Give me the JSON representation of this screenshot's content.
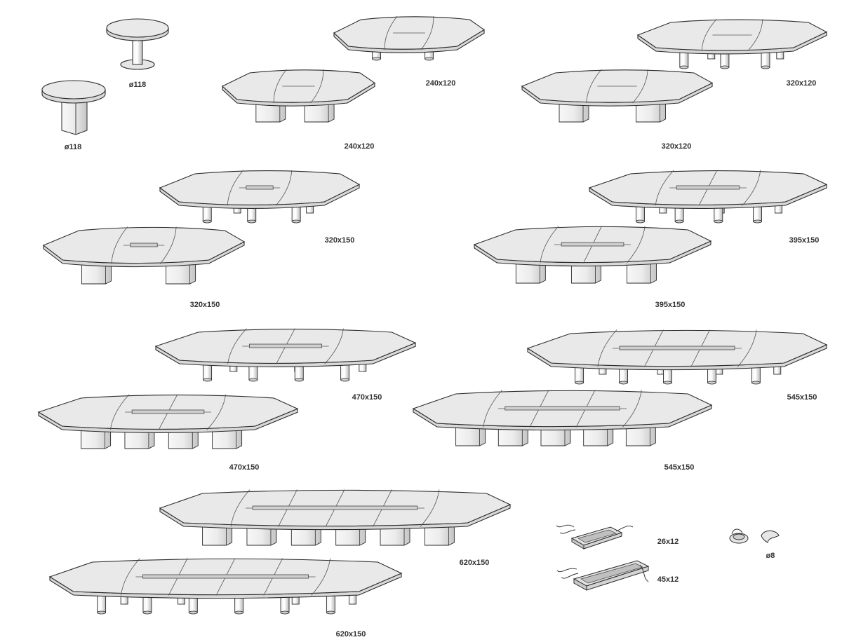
{
  "colors": {
    "outline": "#2b2b2b",
    "surface": "#e9e9e9",
    "edge": "#d8d8d8",
    "leg_light": "#ffffff",
    "leg_dark": "#bdbdbd"
  },
  "items": [
    {
      "id": "round-pedestal",
      "label": "ø118"
    },
    {
      "id": "round-panel",
      "label": "ø118"
    },
    {
      "id": "t240-column",
      "label": "240x120"
    },
    {
      "id": "t240-panel",
      "label": "240x120"
    },
    {
      "id": "t320-column",
      "label": "320x120"
    },
    {
      "id": "t320-panel",
      "label": "320x120"
    },
    {
      "id": "t320w-column",
      "label": "320x150"
    },
    {
      "id": "t320w-panel",
      "label": "320x150"
    },
    {
      "id": "t395-column",
      "label": "395x150"
    },
    {
      "id": "t395-panel",
      "label": "395x150"
    },
    {
      "id": "t470-column",
      "label": "470x150"
    },
    {
      "id": "t470-panel",
      "label": "470x150"
    },
    {
      "id": "t545-column",
      "label": "545x150"
    },
    {
      "id": "t545-panel",
      "label": "545x150"
    },
    {
      "id": "t620-panel",
      "label": "620x150"
    },
    {
      "id": "t620-column",
      "label": "620x150"
    },
    {
      "id": "cable-box-small",
      "label": "26x12"
    },
    {
      "id": "cable-box-large",
      "label": "45x12"
    },
    {
      "id": "grommet",
      "label": "ø8"
    }
  ]
}
